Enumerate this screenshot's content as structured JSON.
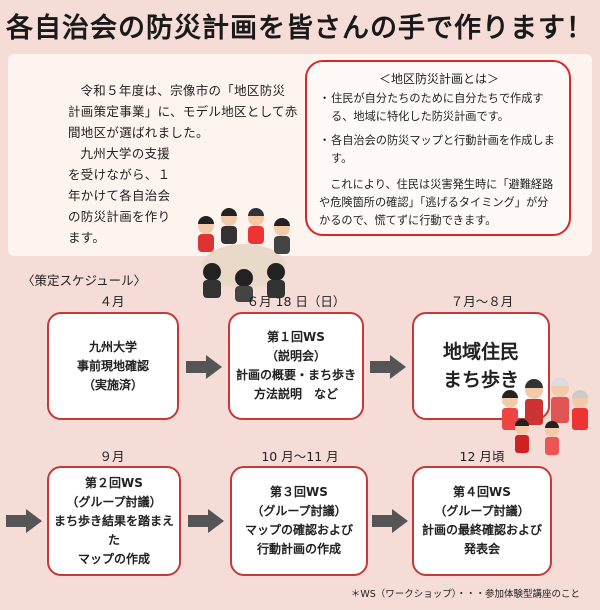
{
  "title": "各自治会の防災計画を皆さんの手で作ります！",
  "intro": {
    "paragraph1": "令和５年度は、宗像市の「地区防災計画策定事業」に、モデル地区として赤間地区が選ばれました。",
    "paragraph2": "九州大学の支援を受けながら、１年かけて各自治会の防災計画を作ります。"
  },
  "definition": {
    "heading": "＜地区防災計画とは＞",
    "item1": "住民が自分たちのために自分たちで作成する、地域に特化した防災計画です。",
    "item2": "各自治会の防災マップと行動計画を作成します。",
    "summary": "これにより、住民は災害発生時に「避難経路や危険箇所の確認」「逃げるタイミング」が分かるので、慌てずに行動できます。",
    "bullet": "・"
  },
  "schedule": {
    "label": "〈策定スケジュール〉",
    "steps": [
      {
        "month": "４月",
        "lines": [
          "九州大学",
          "事前現地確認",
          "（実施済）"
        ]
      },
      {
        "month": "６月 18 日（日）",
        "lines": [
          "第１回WS",
          "（説明会）",
          "計画の概要・まち歩き",
          "方法説明　など"
        ]
      },
      {
        "month": "７月～８月",
        "lines": [
          "地域住民",
          "まち歩き"
        ]
      },
      {
        "month": "９月",
        "lines": [
          "第２回WS",
          "（グループ討議）",
          "まち歩き結果を踏まえた",
          "マップの作成"
        ]
      },
      {
        "month": "10 月～11 月",
        "lines": [
          "第３回WS",
          "（グループ討議）",
          "マップの確認および",
          "行動計画の作成"
        ]
      },
      {
        "month": "12 月頃",
        "lines": [
          "第４回WS",
          "（グループ討議）",
          "計画の最終確認および",
          "発表会"
        ]
      }
    ]
  },
  "note": "＊WS（ワークショップ）・・・参加体験型講座のこと",
  "colors": {
    "accent_red": "#c43a3a",
    "arrow": "#555555",
    "background": "#f5dcd6"
  }
}
